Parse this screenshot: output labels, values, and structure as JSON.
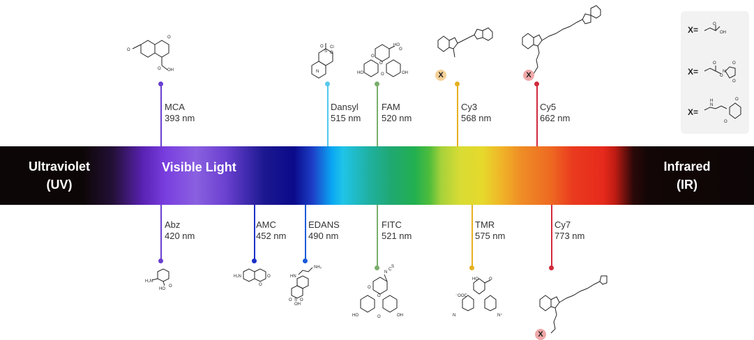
{
  "regions": {
    "ultraviolet": [
      "Ultraviolet",
      "(UV)"
    ],
    "visible": "Visible Light",
    "infrared": [
      "Infrared",
      "(IR)"
    ]
  },
  "dyes_top": [
    {
      "name": "MCA",
      "wavelength": "393 nm",
      "color": "#6a3fd0"
    },
    {
      "name": "Dansyl",
      "wavelength": "515 nm",
      "color": "#56c8ec"
    },
    {
      "name": "FAM",
      "wavelength": "520 nm",
      "color": "#7aae6a"
    },
    {
      "name": "Cy3",
      "wavelength": "568 nm",
      "color": "#e6b020"
    },
    {
      "name": "Cy5",
      "wavelength": "662 nm",
      "color": "#d22a3c"
    }
  ],
  "dyes_bottom": [
    {
      "name": "Abz",
      "wavelength": "420 nm",
      "color": "#6a3fd0"
    },
    {
      "name": "AMC",
      "wavelength": "452 nm",
      "color": "#1a30c8"
    },
    {
      "name": "EDANS",
      "wavelength": "490 nm",
      "color": "#1a5ad8"
    },
    {
      "name": "FITC",
      "wavelength": "521 nm",
      "color": "#7aae6a"
    },
    {
      "name": "TMR",
      "wavelength": "575 nm",
      "color": "#e6b020"
    },
    {
      "name": "Cy7",
      "wavelength": "773 nm",
      "color": "#d22a3c"
    }
  ],
  "legend": {
    "x_label": "X=",
    "groups": [
      "carboxylic-acid",
      "nhs-ester",
      "maleimide-like"
    ]
  },
  "structure_labels": {
    "mca": [
      "O",
      "O",
      "O",
      "OH"
    ],
    "dansyl": [
      "O",
      "S",
      "Cl",
      "O",
      "N"
    ],
    "fam": [
      "HO",
      "O",
      "O",
      "O",
      "HO",
      "O",
      "OH"
    ],
    "abz": [
      "H₂N",
      "HO",
      "O"
    ],
    "amc": [
      "H₂N",
      "O",
      "O"
    ],
    "edans": [
      "NH₂",
      "HN",
      "O",
      "S",
      "O",
      "OH"
    ],
    "fitc": [
      "N",
      "C",
      "S",
      "O",
      "O",
      "HO",
      "O",
      "OH"
    ],
    "tmr": [
      "HO",
      "O",
      "⁻OOC",
      "N",
      "N⁺"
    ],
    "legend_carboxyl": [
      "O",
      "OH"
    ],
    "legend_nhs": [
      "O",
      "O",
      "N",
      "O",
      "O"
    ],
    "legend_maleimide": [
      "H",
      "N",
      "O",
      "O"
    ]
  },
  "badge": "X"
}
